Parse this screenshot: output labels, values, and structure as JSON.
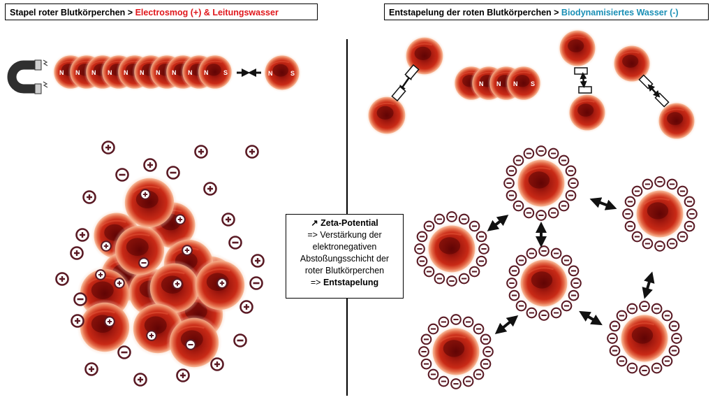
{
  "left_title": {
    "prefix": "Stapel roter Blutkörperchen > ",
    "highlight": "Electrosmog (+) & Leitungswasser",
    "highlight_color": "#e0161b"
  },
  "right_title": {
    "prefix": "Entstapelung der roten Blutkörperchen > ",
    "highlight": "Biodynamisiertes Wasser (-)",
    "highlight_color": "#1a8fb5"
  },
  "zeta": {
    "heading": "↗ Zeta-Potential",
    "line1": "=> Verstärkung der",
    "line2": "elektronegativen",
    "line3": "Abstoßungsschicht der",
    "line4": "roter Blutkörperchen",
    "conclusion_prefix": "=> ",
    "conclusion": "Entstapelung"
  },
  "pole_labels": {
    "north": "N",
    "south": "S"
  },
  "charges": {
    "positive": "+",
    "negative": "−"
  },
  "colors": {
    "cell_dark": "#6b0606",
    "cell_mid": "#b81d10",
    "cell_light": "#e8543a",
    "cell_glow": "#f7b48f",
    "charge_ring": "#5a1a24",
    "magnet": "#2f2f2f"
  }
}
